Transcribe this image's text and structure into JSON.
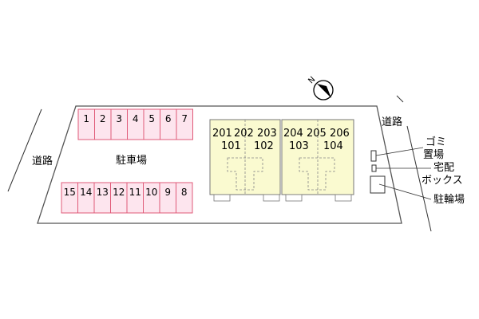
{
  "compass": {
    "label": "N"
  },
  "roads": {
    "left": "道路",
    "right": "道路"
  },
  "parking": {
    "label": "駐車場",
    "top_row": [
      "1",
      "2",
      "3",
      "4",
      "5",
      "6",
      "7"
    ],
    "bottom_row": [
      "15",
      "14",
      "13",
      "12",
      "11",
      "10",
      "9",
      "8"
    ]
  },
  "buildings": [
    {
      "upper": [
        "201",
        "202",
        "203"
      ],
      "lower": [
        "101",
        "102"
      ]
    },
    {
      "upper": [
        "204",
        "205",
        "206"
      ],
      "lower": [
        "103",
        "104"
      ]
    }
  ],
  "facilities": {
    "garbage": [
      "ゴミ",
      "置場"
    ],
    "delivery_box": [
      "宅配",
      "ボックス"
    ],
    "bicycle": "駐輪場"
  },
  "colors": {
    "parking_fill": "#fde5ee",
    "parking_stroke": "#e05a78",
    "building_fill": "#fafad0",
    "outline": "#555555"
  }
}
